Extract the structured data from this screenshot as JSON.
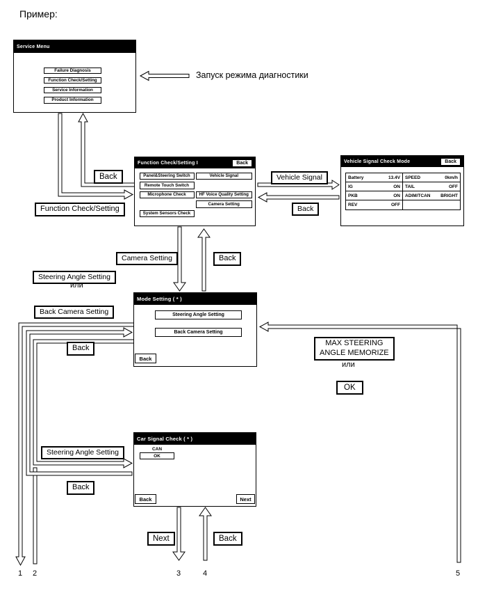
{
  "page": {
    "example_label": "Пример:",
    "launch_annotation": "Запуск режима диагностики"
  },
  "colors": {
    "ink": "#000000",
    "paper": "#ffffff",
    "header_bg": "#000000",
    "header_text": "#ffffff"
  },
  "screens": {
    "service_menu": {
      "title": "Service Menu",
      "buttons": [
        "Failure Diagnosis",
        "Function Check/Setting",
        "Service Information",
        "Product Information"
      ]
    },
    "function_check": {
      "title": "Function Check/Setting I",
      "back_button": "Back",
      "left_buttons": [
        "Panel&Steering Switch",
        "Remote Touch Switch",
        "Microphone Check",
        "System Sensors Check"
      ],
      "right_buttons": [
        "Vehicle Signal",
        "HF Voice Quality Setting",
        "Camera Setting"
      ]
    },
    "vehicle_signal_check": {
      "title": "Vehicle Signal Check Mode",
      "back_button": "Back",
      "rows": [
        {
          "left_name": "Battery",
          "left_value": "13.4V",
          "right_name": "SPEED",
          "right_value": "0km/h"
        },
        {
          "left_name": "IG",
          "left_value": "ON",
          "right_name": "TAIL",
          "right_value": "OFF"
        },
        {
          "left_name": "PKB",
          "left_value": "ON",
          "right_name": "ADIM/TCAN",
          "right_value": "BRIGHT"
        },
        {
          "left_name": "REV",
          "left_value": "OFF",
          "right_name": "",
          "right_value": ""
        }
      ]
    },
    "mode_setting": {
      "title": "Mode Setting ( * )",
      "buttons": [
        "Steering Angle Setting",
        "Back Camera Setting"
      ],
      "back_button": "Back"
    },
    "car_signal_check": {
      "title": "Car Signal Check ( * )",
      "can_label": "CAN",
      "ok_button": "OK",
      "back_button": "Back",
      "next_button": "Next"
    }
  },
  "flow_labels": {
    "back_to_service": "Back",
    "function_check_setting": "Function Check/Setting",
    "vehicle_signal": "Vehicle Signal",
    "back_from_vehicle_signal": "Back",
    "camera_setting": "Camera Setting",
    "back_to_function": "Back",
    "steering_angle_setting_top": "Steering Angle Setting",
    "or_top": "или",
    "back_camera_setting": "Back Camera Setting",
    "back_to_mode": "Back",
    "max_steering_line1": "MAX STEERING",
    "max_steering_line2": "ANGLE MEMORIZE",
    "or_right": "или",
    "ok": "OK",
    "steering_angle_setting_bottom": "Steering Angle Setting",
    "back_to_mode_bottom": "Back",
    "next": "Next",
    "back_from_next_page": "Back"
  },
  "connectors": {
    "numbers": [
      "1",
      "2",
      "3",
      "4",
      "5"
    ]
  }
}
